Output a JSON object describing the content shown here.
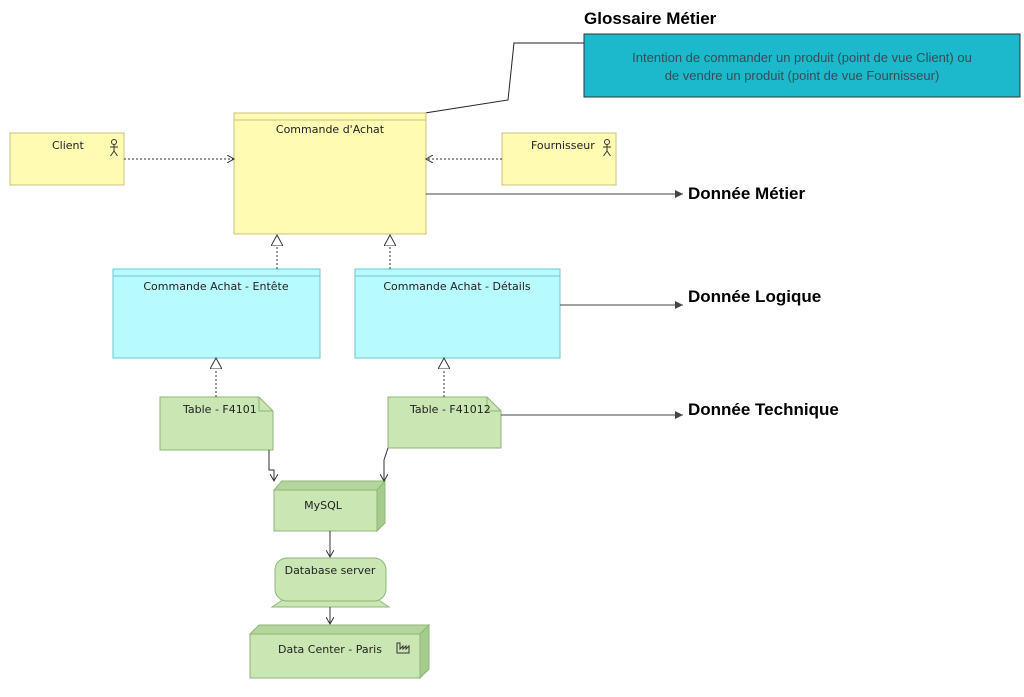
{
  "glossary": {
    "title": "Glossaire Métier",
    "definition_line1": "Intention de commander un produit (point de vue Client) ou",
    "definition_line2": "de vendre un produit (point de vue Fournisseur)"
  },
  "business": {
    "object": "Commande d'Achat",
    "actor_left": "Client",
    "actor_right": "Fournisseur",
    "level_label": "Donnée Métier"
  },
  "logical": {
    "object_left": "Commande Achat - Entête",
    "object_right": "Commande Achat - Détails",
    "level_label": "Donnée Logique"
  },
  "technical": {
    "artifact_left": "Table - F4101",
    "artifact_right": "Table - F41012",
    "level_label": "Donnée Technique"
  },
  "infrastructure": {
    "node": "MySQL",
    "system_software": "Database server",
    "facility": "Data Center - Paris"
  },
  "colors": {
    "business": "#fffbb3",
    "business_border": "#c9c37a",
    "logical": "#b7fbff",
    "logical_border": "#6fc6cc",
    "technology": "#c9e6b3",
    "technology_border": "#8fb57a",
    "glossary_fill": "#1cb8cc"
  }
}
